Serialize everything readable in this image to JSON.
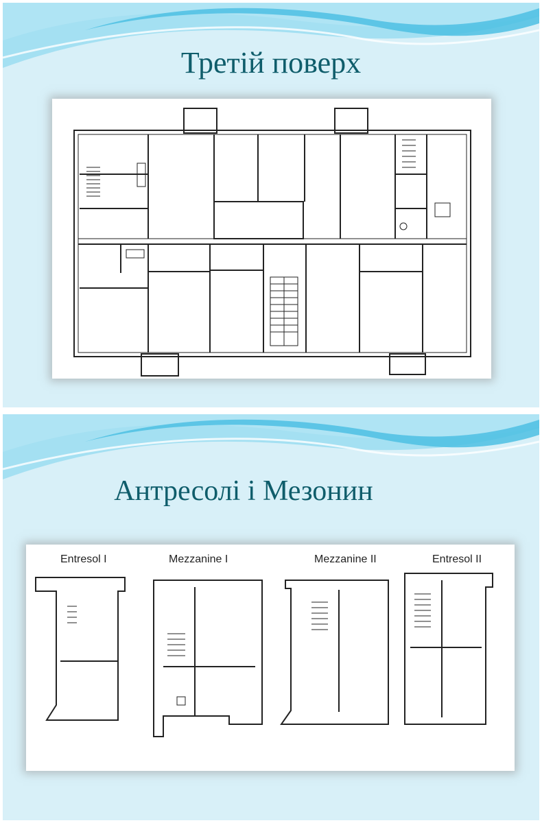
{
  "slides": [
    {
      "title": "Третій поверх"
    },
    {
      "title": "Антресолі і  Мезонин"
    }
  ],
  "plan_labels": {
    "entresol_1": "Entresol I",
    "mezzanine_1": "Mezzanine I",
    "mezzanine_2": "Mezzanine II",
    "entresol_2": "Entresol II"
  },
  "colors": {
    "slide_bg": "#d8f0f8",
    "wave_dark": "#5ec8e8",
    "wave_light": "#a9e3f3",
    "title_color": "#0f5d6b"
  }
}
